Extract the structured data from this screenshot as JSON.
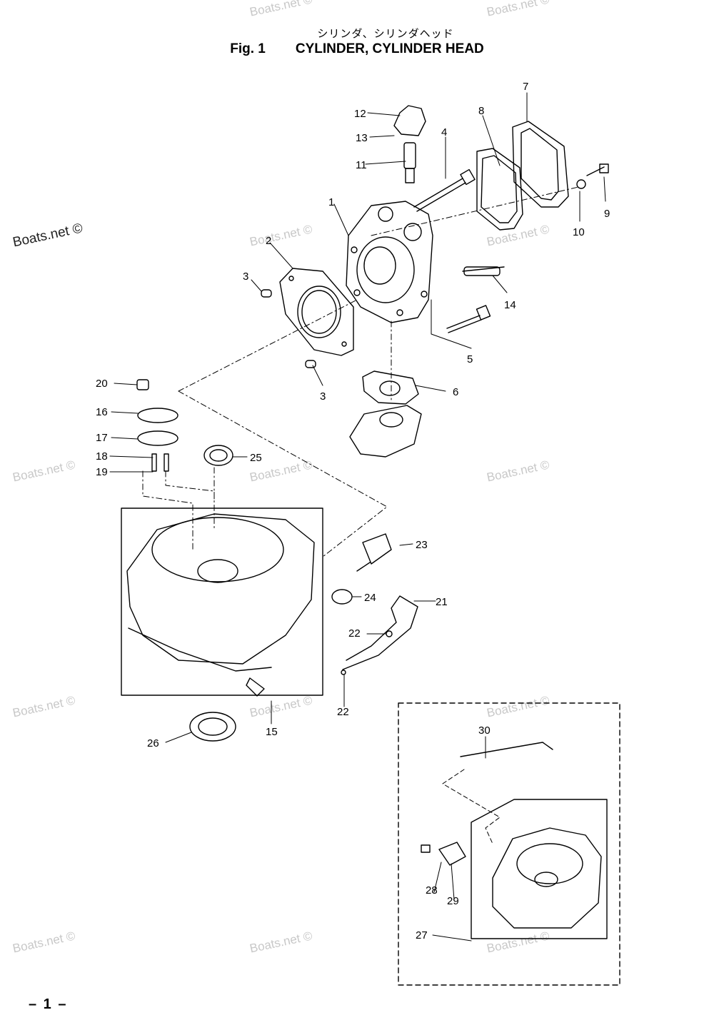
{
  "header": {
    "title_jp": "シリンダ、シリンダヘッド",
    "fig_label": "Fig. 1",
    "title_en": "CYLINDER, CYLINDER HEAD"
  },
  "watermark": "Boats.net ©",
  "page_number": "– 1 –",
  "callouts": [
    "1",
    "2",
    "3",
    "3",
    "4",
    "5",
    "6",
    "7",
    "8",
    "9",
    "10",
    "11",
    "12",
    "13",
    "14",
    "15",
    "16",
    "17",
    "18",
    "19",
    "20",
    "21",
    "22",
    "22",
    "23",
    "24",
    "25",
    "26",
    "27",
    "28",
    "29",
    "30"
  ],
  "colors": {
    "line": "#000000",
    "watermark": "#c8c8c8"
  }
}
